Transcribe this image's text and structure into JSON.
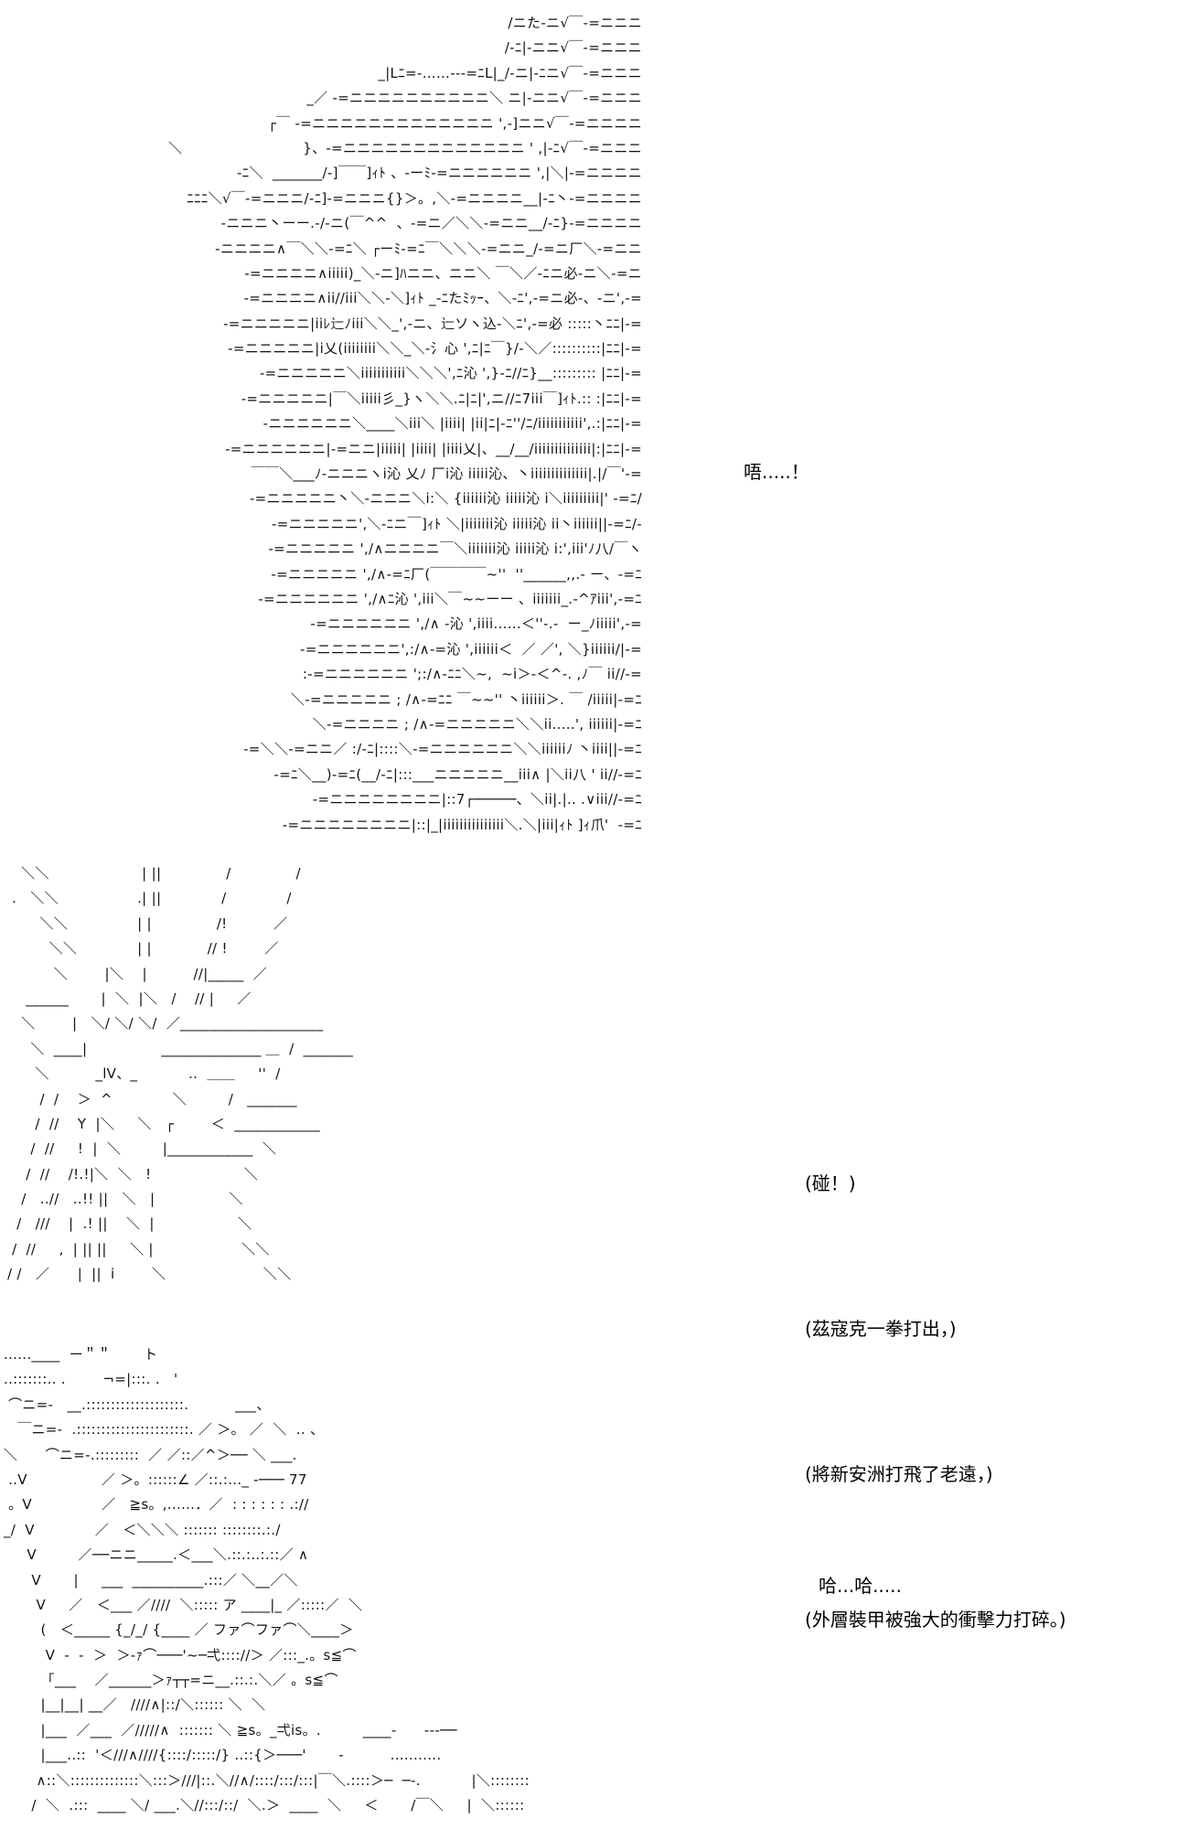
{
  "art_blocks": [
    {
      "name": "armored-robot-closeup",
      "lines": [
        "/ニた-ニ√￣-=ニニニ",
        "/-ﾆ|-ニニ√￣-=ニニニ",
        "_|Lﾆ=-……---=ﾆL|_/-ニ|-ﾆニ√￣-=ニニニ",
        "_／ -=ニニニニニニニニニニ＼ ニ|-ニニ√￣-=ニニニ",
        "┌￣ -=ニニニニニニニニニニニニニ ',-]ニニ√￣-=ニニニニ",
        "＼                          }、-=ニニニニニニニニニニニニニ ' ,|-ﾆ√￣-=ニニニ",
        "-ﾆ＼  _______/-]￣￣]ｨﾄ 、-ーﾐ-=ニニニニニニ ',|＼|-=ニニニニ",
        "ﾆﾆﾆ＼√￣-=ニニニ/-ﾆ]-=ニニニ{}＞。,＼-=ニニニニ__|-ﾆ丶-=ニニニニ",
        "-ニニニ丶ーー.-/-ニ(￣^^  、-=ニ／＼＼-=ニニ__/-ﾆ}-=ニニニニ",
        "-ニニニニ∧￣＼＼-=ﾆ＼ ┌ーﾐ-=ﾆ￣＼＼＼-=ニニ_/-=ニ厂＼-=ニニ",
        "-=ニニニニ∧iiiii)_＼-ニ]ﾊニニ、ニニ＼ ￣＼／-ﾆニ必-ニ＼-=ニ",
        "-=ニニニニ∧ii//iii＼＼-＼]ｨﾄ _-ﾆたﾐｯｰ、＼-ﾆ',-=ニ必-、-ニ',-=",
        "-=ニニニニニ|iiﾚ辷ﾉiii＼＼_',-ニ、辷ソヽ込-＼ﾆ',-=必 :::::丶ﾆﾆ|-=",
        "-=ニニニニニ|i乂(iiiiiiii＼＼_＼-氵心 ',ﾆ|ﾆ￣}/-＼／::::::::::|ﾆﾆ|-=",
        "-=ニニニニニ＼iiiiiiiiiii＼＼＼',ﾆ沁 ',}-ﾆ//ﾆ}__::::::::: |ﾆﾆ|-=",
        "-=ニニニニニ|￣＼iiiii彡_}ヽ＼＼.ﾆ|ﾆ|',ニ//ﾆ7iii￣]ｨﾄ.:: :|ﾆﾆ|-=",
        "-ニニニニニニ＼____＼iii＼ |iiii| |ii|ﾆ|-ﾆ''/ﾆ/iiiiiiiiiii',.:|ﾆﾆ|-=",
        "-=ニニニニニニ|-=ニニ|iiiii| |iiii| |iiii乂|、__/__/iiiiiiiiiiiiii|:|ﾆﾆ|-=",
        "￣￣＼___ﾉ-ニニニヽi沁 乂ﾉ 厂i沁 iiiii沁、丶iiiiiiiiiiiiii|.|/￣'-=",
        "-=ニニニニニ丶＼-ニニニ＼i:＼ {iiiiii沁 iiiii沁 i＼iiiiiiiii|' -=ﾆ/",
        "-=ニニニニニ',＼-ﾆニ￣]ｨﾄ ＼|iiiiiii沁 iiiii沁 ii丶iiiiii||-=ﾆ/-",
        "-=ニニニニニ ',/∧ニニニニ￣＼iiiiiii沁 iiiii沁 i:',iii'ﾉ八/￣ヽ",
        "-=ニニニニニ ',/∧-=ﾆ厂(￣￣￣￣~''  ''______,,.- ー、-=ﾆ",
        "-=ニニニニニニ ',/∧ﾆ沁 ',iii＼￣~~ーー 、iiiiiii_.-^ｱiii',-=ﾆ",
        "-=ニニニニニニ ',/∧ -沁 ',iiii......＜''-.-  ー_ﾉiiiii',-=",
        "-=ニニニニニニ',:/∧-=沁 ',iiiiii＜  ／ ／', ＼}iiiiii/|-=",
        ":-=ニニニニニニ ';:/∧-ﾆﾆ＼~,  ~i＞-＜^-. ,ﾉ￣ ii//-=",
        "＼-=ニニニニニ ; /∧-=ﾆﾆ ￣~~'' 丶iiiiii＞. ￣ /iiiii|-=ﾆ",
        "＼-=ニニニニ ; /∧-=ニニニニニ＼＼ii.....', iiiiii|-=ﾆ",
        "-=＼＼-=ニニ／ :/-ﾆ|::::＼-=ニニニニニニ＼＼iiiiiiﾉ 丶iiii||-=ﾆ",
        "-=ﾆ＼__)-=ﾆ(__/-ﾆ|:::___ニニニニニ__iii∧ |＼ii八 ' ii//-=ﾆ",
        "-=ニニニニニニニニ|::7┌─────、＼ii|.|.. .∨iii//-=ﾆ",
        "-=ニニニニニニニニ|::|_|iiiiiiiiiiiiiii＼.＼|iii|ｨﾄ ]ｨ爪'  -=ﾆ"
      ]
    },
    {
      "name": "punch-impact-explosion",
      "lines": [
        "   ＼＼                    | ||              /              /",
        " .   ＼＼                 .| ||             /             /",
        "       ＼＼               | |              /!          ／",
        "         ＼＼             | |            // !        ／",
        "          ＼        |＼    |          //|_____  ／",
        "    ______       |  ＼  |＼   /    // |     ／",
        "   ＼        |   ＼/ ＼/ ＼/  ／____________________",
        "     ＼  ____|                ______________ ＿  /  _______",
        "      ＼          _lV、_           ..  ＿＿     ''  /",
        "       /  /    ＞  ^             ＼         /   _______",
        "      /  //    Y  |＼     ＼   ┌        ＜  ____________",
        "     /  //     !  |  ＼         |____________  ＼",
        "    /  //    /!.!|＼  ＼   !                    ＼",
        "   /   ..//   ..!! ||   ＼   |                ＼",
        "  /   ///    |  .! ||    ＼  |                  ＼",
        " /  //     ,  | || ||     ＼ |                   ＼＼",
        "/ /   ／      |  ||  i        ＼                     ＼＼"
      ]
    },
    {
      "name": "robot-flying-away",
      "lines": [
        "......____  ー＂＂       ト",
        "..:::::::.. .        ¬=|:::. .   '",
        " ⌒ニ=-   __.::::::::::::::::::::.          ___、",
        "   ￣ニ=-  .:::::::::::::::::::::::. ／ ＞。 ／  ＼  .. 、",
        "＼      ⌒ニ=-.:::::::::  ／ ／::／^＞── ＼ ___.",
        " ..V                ／ ＞。::::::∠ ／::.:..._ -─── 77",
        " 。V               ／   ≧s。,......．／  : : : : : : .://",
        "_/  V             ／   ＜＼＼＼ ::::::: ::::::::.:./",
        "     V         ／──ニニ_____.＜___＼.::.:..:.::／ ∧",
        "      V       |     ___  __________.:::／ ＼__／＼",
        "       V     ／   ＜___ ／////  ＼::::: ア ____|_ ／:::::／  ＼",
        "        (   ＜_____ {_/_/ {____ ／ ファ⌒ファ⌒＼____＞",
        "         V  -  -  ＞  ＞-ｧ⌒───'~─弌:::://＞ ／:::_.。s≦⌒",
        "        「___    ／______＞ｧ┬┬=ニ__.::.:.＼／ 。s≦⌒",
        "        |__|__| __／   ////∧|::/＼:::::: ＼  ＼",
        "        |___  ／___  ／/////∧  ::::::: ＼ ≧s。_弌is。.         ____-      ---──",
        "        |___..::  '＜///∧////{::::/:::::/} ..::{＞───'       -          ...........",
        "       ∧::＼::::::::::::::＼:::＞///|::.＼//∧/::::/:::/:::|￣＼.::::＞─  ─-.           |＼::::::::",
        "      /  ＼  .:::  ____ ＼/ ___.＼//:::/::/  ＼.＞  ____  ＼     ＜       /￣＼     |  ＼::::::"
      ]
    }
  ],
  "dialogue": {
    "first": "唔.....！",
    "impact_lines": [
      "(碰！)",
      "(茲寇克一拳打出，)",
      "(將新安洲打飛了老遠，)",
      "(外層裝甲被強大的衝擊力打碎。)"
    ],
    "last": "哈...哈....."
  }
}
